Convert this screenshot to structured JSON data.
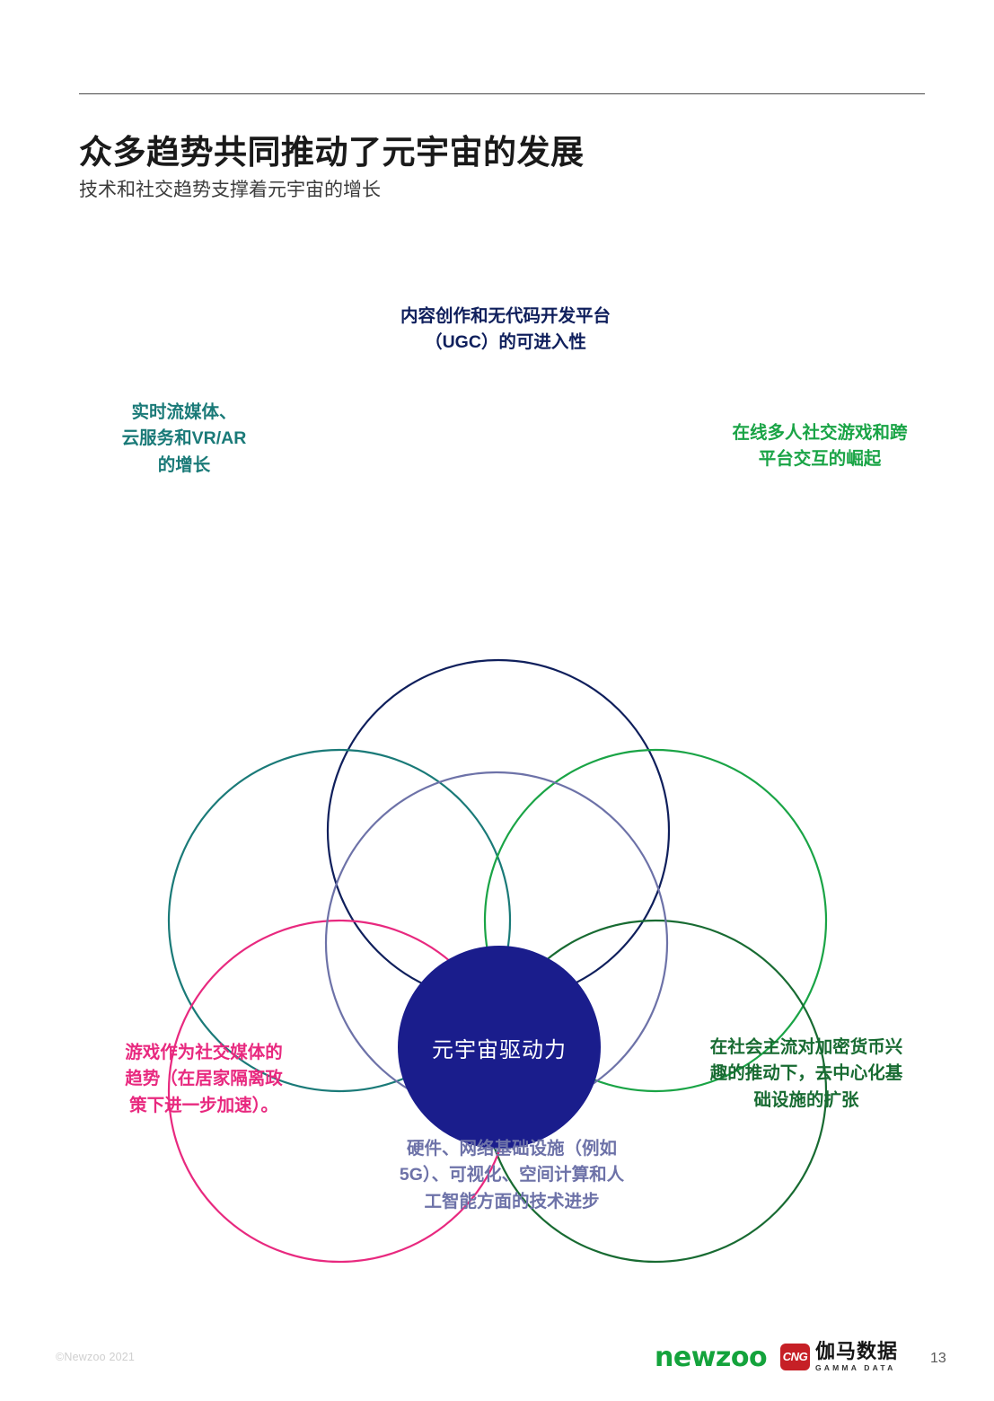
{
  "header": {
    "title": "众多趋势共同推动了元宇宙的发展",
    "subtitle": "技术和社交趋势支撑着元宇宙的增长"
  },
  "diagram": {
    "center": {
      "label": "元宇宙驱动力",
      "fill_color": "#1a1d8c",
      "text_color": "#ffffff"
    },
    "circles": [
      {
        "id": "ugc",
        "label": "内容创作和无代码开发平台\n（UGC）的可进入性",
        "color": "#0f1f5c",
        "position": "top-center"
      },
      {
        "id": "streaming",
        "label": "实时流媒体、\n云服务和VR/AR\n的增长",
        "color": "#1a7a78",
        "position": "top-left"
      },
      {
        "id": "multiplayer",
        "label": "在线多人社交游戏和跨\n平台交互的崛起",
        "color": "#1aa446",
        "position": "top-right"
      },
      {
        "id": "crypto",
        "label": "在社会主流对加密货币兴\n趣的推动下，去中心化基\n础设施的扩张",
        "color": "#186b32",
        "position": "bottom-right"
      },
      {
        "id": "hardware",
        "label": "硬件、网络基础设施（例如\n5G）、可视化、空间计算和人\n工智能方面的技术进步",
        "color": "#6d72a8",
        "position": "bottom-center"
      },
      {
        "id": "gaming-social",
        "label": "游戏作为社交媒体的\n趋势（在居家隔离政\n策下进一步加速）。",
        "color": "#e8297f",
        "position": "bottom-left"
      }
    ]
  },
  "footer": {
    "copyright": "©Newzoo 2021",
    "newzoo_logo_text": "newzoo",
    "gamma_badge_text": "CNG",
    "gamma_name_cn": "伽马数据",
    "gamma_name_en": "GAMMA DATA",
    "page_number": "13"
  },
  "colors": {
    "navy": "#0f1f5c",
    "teal": "#1a7a78",
    "green_bright": "#1aa446",
    "green_dark": "#186b32",
    "purple": "#6d72a8",
    "magenta": "#e8297f",
    "hub_blue": "#1a1d8c",
    "newzoo_green": "#14a33c",
    "cng_red": "#c62026"
  }
}
